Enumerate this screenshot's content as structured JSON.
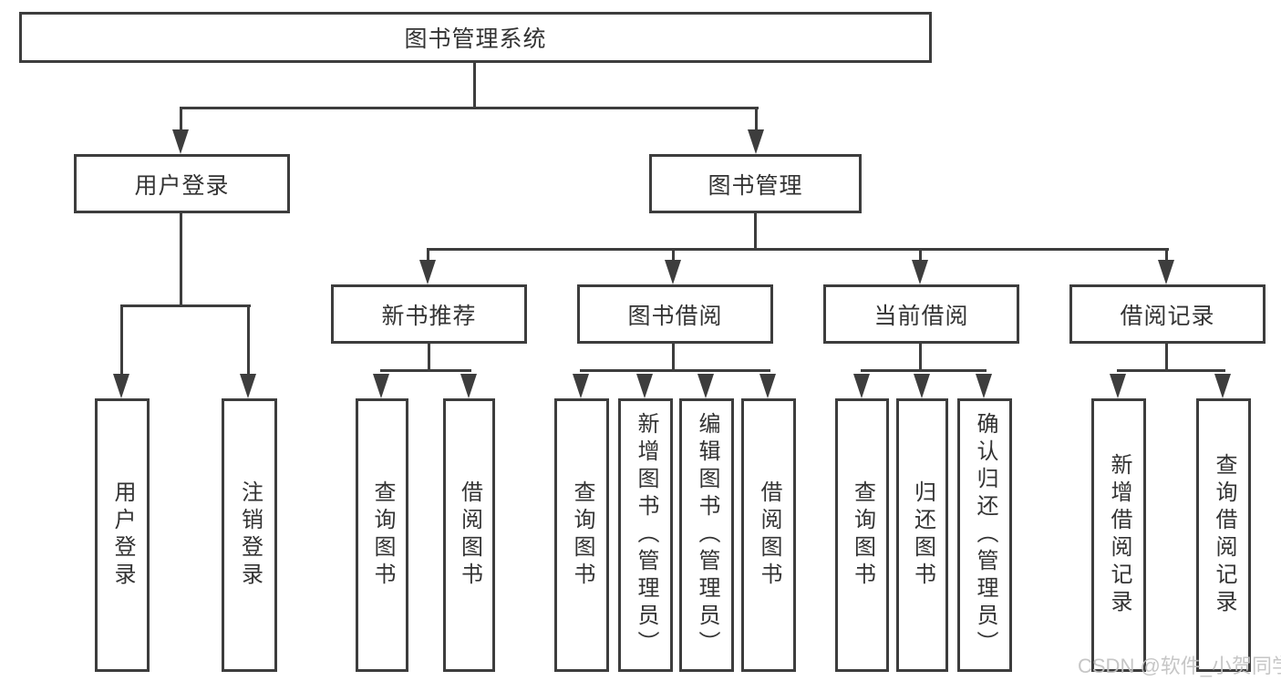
{
  "title": "图书管理系统",
  "level2": {
    "user_login": "用户登录",
    "book_management": "图书管理"
  },
  "level3": {
    "new_book": "新书推荐",
    "book_borrow": "图书借阅",
    "current_borrow": "当前借阅",
    "borrow_record": "借阅记录"
  },
  "leaves": {
    "user_login": "用户登录",
    "logout": "注销登录",
    "nb_query": "查询图书",
    "nb_borrow": "借阅图书",
    "bb_query": "查询图书",
    "bb_add": "新增图书（管理员）",
    "bb_edit": "编辑图书（管理员）",
    "bb_borrow": "借阅图书",
    "cb_query": "查询图书",
    "cb_return": "归还图书",
    "cb_confirm": "确认归还（管理员）",
    "br_add": "新增借阅记录",
    "br_query": "查询借阅记录"
  },
  "watermark": "CSDN @软件_小贺同学",
  "colors": {
    "line": "#3d3d3d",
    "text": "#333333",
    "watermark": "#c2c2c2",
    "background": "#ffffff"
  }
}
